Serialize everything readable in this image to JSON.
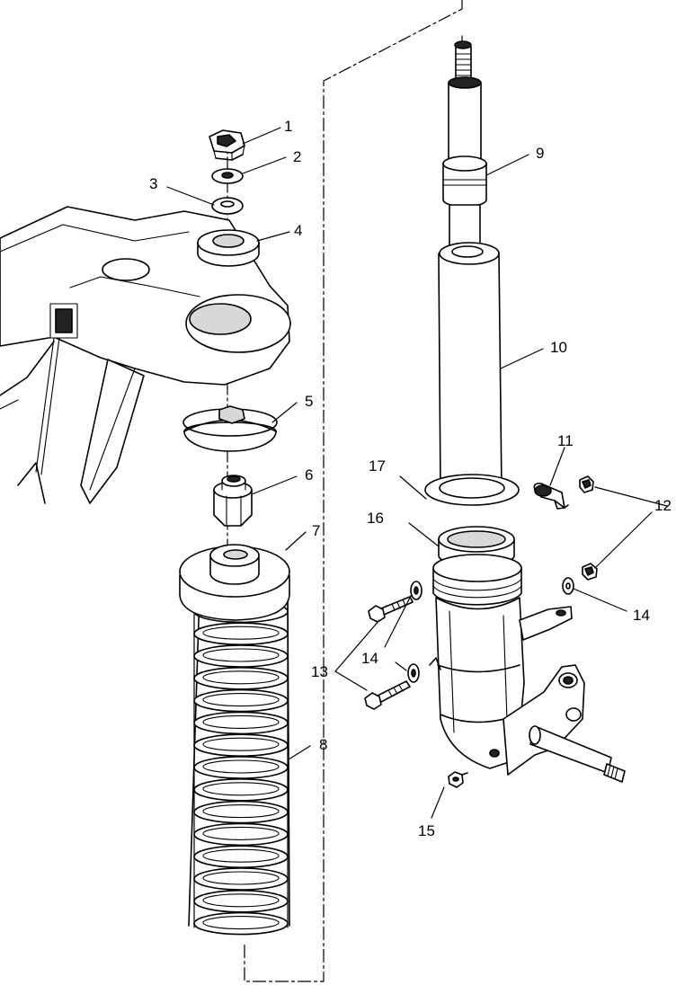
{
  "diagram": {
    "callouts": [
      {
        "id": "c1",
        "label": "1"
      },
      {
        "id": "c2",
        "label": "2"
      },
      {
        "id": "c3",
        "label": "3"
      },
      {
        "id": "c4",
        "label": "4"
      },
      {
        "id": "c5",
        "label": "5"
      },
      {
        "id": "c6",
        "label": "6"
      },
      {
        "id": "c7",
        "label": "7"
      },
      {
        "id": "c8",
        "label": "8"
      },
      {
        "id": "c9",
        "label": "9"
      },
      {
        "id": "c10",
        "label": "10"
      },
      {
        "id": "c11",
        "label": "11"
      },
      {
        "id": "c12",
        "label": "12"
      },
      {
        "id": "c13",
        "label": "13"
      },
      {
        "id": "c14a",
        "label": "14"
      },
      {
        "id": "c14b",
        "label": "14"
      },
      {
        "id": "c15",
        "label": "15"
      },
      {
        "id": "c16",
        "label": "16"
      },
      {
        "id": "c17",
        "label": "17"
      }
    ],
    "parts": [
      "nut",
      "washer",
      "washer",
      "bushing",
      "cup-washer",
      "adapter-nut",
      "spring-seat",
      "spring",
      "strut-rod",
      "strut-body",
      "clamp",
      "nut",
      "bolt",
      "washer",
      "fitting",
      "housing-collar",
      "seal-ring",
      "spindle-housing",
      "swing-arm"
    ]
  }
}
